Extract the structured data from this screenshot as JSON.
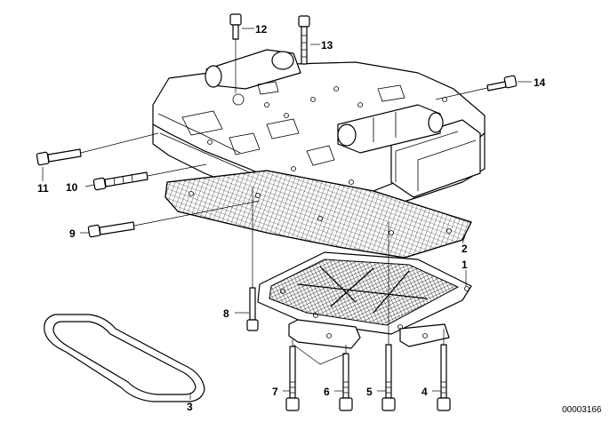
{
  "diagram": {
    "callouts": [
      {
        "id": "1",
        "text": "1"
      },
      {
        "id": "2",
        "text": "2"
      },
      {
        "id": "3",
        "text": "3"
      },
      {
        "id": "4",
        "text": "4"
      },
      {
        "id": "5",
        "text": "5"
      },
      {
        "id": "6",
        "text": "6"
      },
      {
        "id": "7",
        "text": "7"
      },
      {
        "id": "8",
        "text": "8"
      },
      {
        "id": "9",
        "text": "9"
      },
      {
        "id": "10",
        "text": "10"
      },
      {
        "id": "11",
        "text": "11"
      },
      {
        "id": "12",
        "text": "12"
      },
      {
        "id": "13",
        "text": "13"
      },
      {
        "id": "14",
        "text": "14"
      }
    ],
    "document_number": "00003166"
  }
}
